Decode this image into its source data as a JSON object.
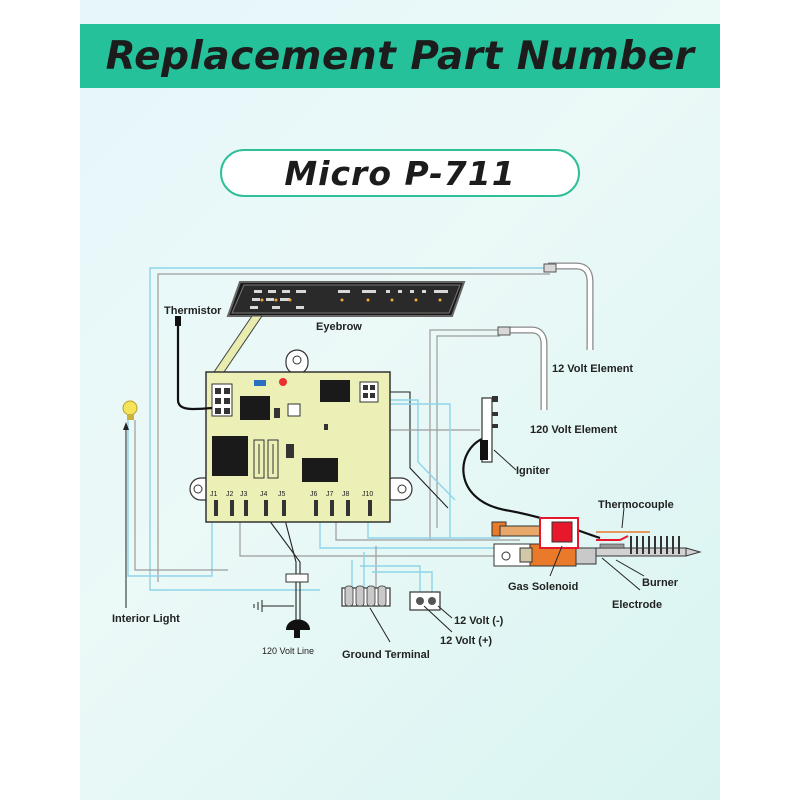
{
  "header": {
    "title": "Replacement Part Number"
  },
  "model": {
    "name": "Micro P-711"
  },
  "diagram": {
    "labels": {
      "thermistor": "Thermistor",
      "eyebrow": "Eyebrow",
      "element_12v": "12 Volt Element",
      "element_120v": "120 Volt Element",
      "igniter": "Igniter",
      "thermocouple": "Thermocouple",
      "gas_solenoid": "Gas Solenoid",
      "burner": "Burner",
      "electrode": "Electrode",
      "interior_light": "Interior Light",
      "line_120v": "120 Volt Line",
      "ground_terminal": "Ground Terminal",
      "volt_12_neg": "12 Volt (-)",
      "volt_12_pos": "12 Volt (+)"
    },
    "pins": [
      "J1",
      "J2",
      "J3",
      "J4",
      "J5",
      "J6",
      "J7",
      "J8",
      "J10"
    ]
  },
  "colors": {
    "banner": "#25c19a",
    "pill_border": "#2fbf99",
    "board": "#ecf0b6",
    "wire_blue": "#8ed4e8",
    "wire_gray": "#9c9c9c",
    "solenoid_red": "#e8182c",
    "bulb": "#f5e35a"
  }
}
